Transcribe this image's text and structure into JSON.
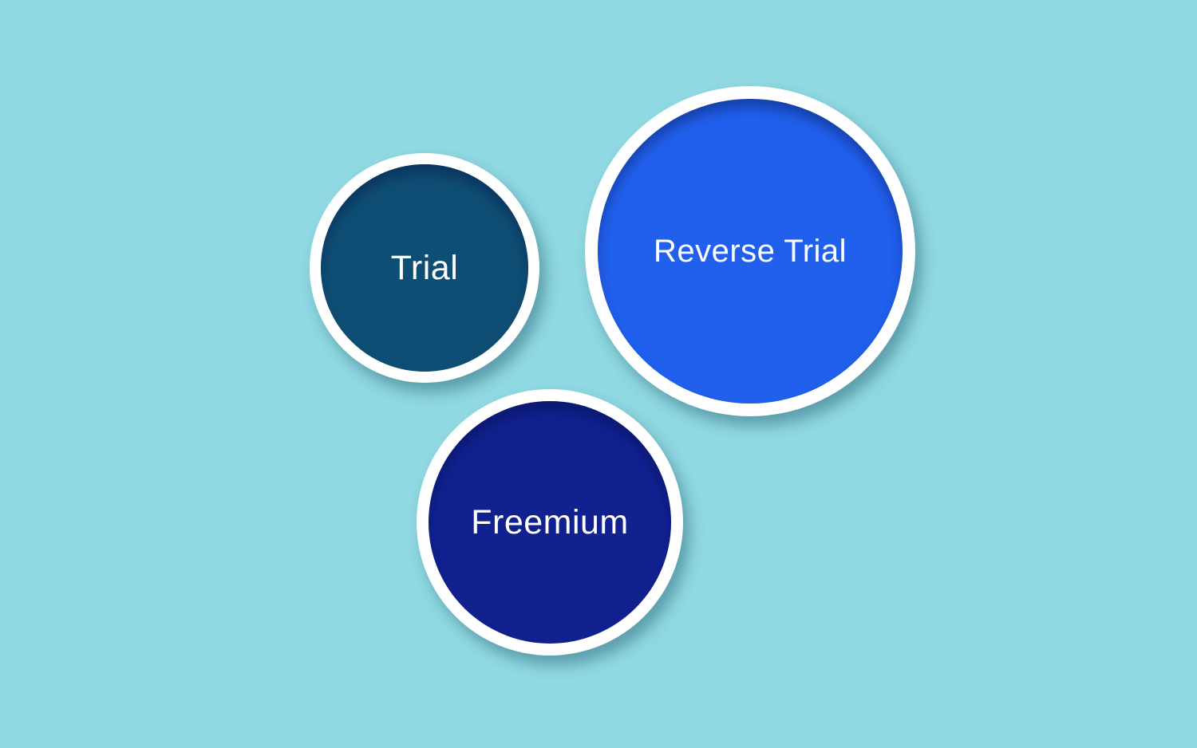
{
  "canvas": {
    "background_color": "#90D9E2"
  },
  "bubbles": [
    {
      "id": "trial",
      "label": "Trial",
      "fill_color": "#0F4E74",
      "ring_color": "#FFFFFF",
      "text_color": "#FFFFFF"
    },
    {
      "id": "reverse-trial",
      "label": "Reverse Trial",
      "fill_color": "#2160ED",
      "ring_color": "#FFFFFF",
      "text_color": "#FFFFFF"
    },
    {
      "id": "freemium",
      "label": "Freemium",
      "fill_color": "#11218F",
      "ring_color": "#FFFFFF",
      "text_color": "#FFFFFF"
    }
  ]
}
